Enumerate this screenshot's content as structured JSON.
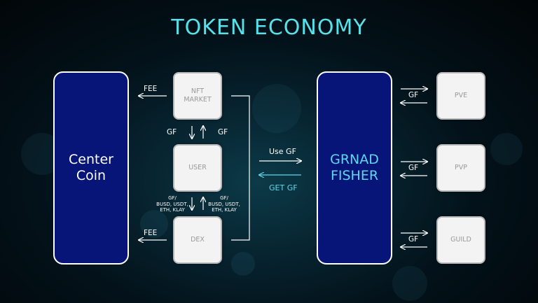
{
  "title": "TOKEN ECONOMY",
  "colors": {
    "title": "#55e2ea",
    "primary_box": "#061577",
    "accent_text": "#5fd8ec",
    "node_box": "#f3f3f3"
  },
  "nodes": {
    "center_coin": "Center\nCoin",
    "grand_fisher": "GRNAD\nFISHER",
    "nft_market": "NFT\nMARKET",
    "user": "USER",
    "dex": "DEX",
    "pve": "PVE",
    "pvp": "PVP",
    "guild": "GUILD"
  },
  "edges": {
    "fee_top": "FEE",
    "fee_bottom": "FEE",
    "gf_down": "GF",
    "gf_up": "GF",
    "tokens_down": "GF/\nBUSD, USDT,\nETH, KLAY",
    "tokens_up": "GF/\nBUSD, USDT,\nETH, KLAY",
    "use_gf": "Use GF",
    "get_gf": "GET GF",
    "gf_pve": "GF",
    "gf_pvp": "GF",
    "gf_guild": "GF"
  }
}
